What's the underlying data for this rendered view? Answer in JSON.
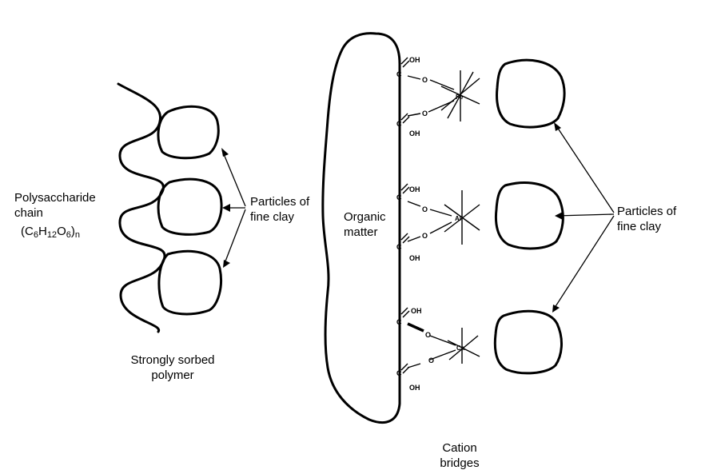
{
  "left_panel": {
    "chain_label": "Polysaccharide\nchain",
    "formula": "(C6H12O6)n",
    "particles_label": "Particles of\nfine clay",
    "caption": "Strongly sorbed\npolymer"
  },
  "right_panel": {
    "organic_label": "Organic\nmatter",
    "particles_label": "Particles of\nfine clay",
    "caption": "Cation\nbridges",
    "cations": [
      "Fe",
      "Al",
      "Ca"
    ],
    "carbon": "C",
    "oxygen": "O",
    "hydroxyl": "OH"
  }
}
